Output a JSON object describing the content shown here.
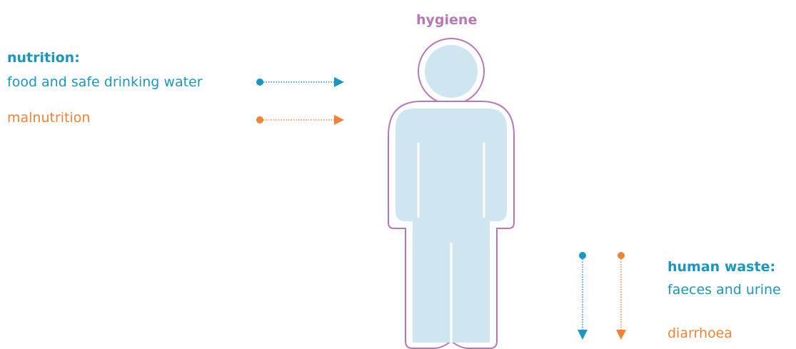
{
  "colors": {
    "blue": "#1a96bf",
    "orange": "#f08336",
    "purple": "#b877b5",
    "body_fill": "#cfe5f0"
  },
  "hygiene": "hygiene",
  "nutrition": {
    "title": "nutrition:",
    "subtitle": "food and safe drinking water",
    "negative": "malnutrition"
  },
  "human_waste": {
    "title": "human waste:",
    "subtitle": "faeces and urine",
    "negative": "diarrhoea"
  },
  "figure_icon": "human-figure-icon"
}
